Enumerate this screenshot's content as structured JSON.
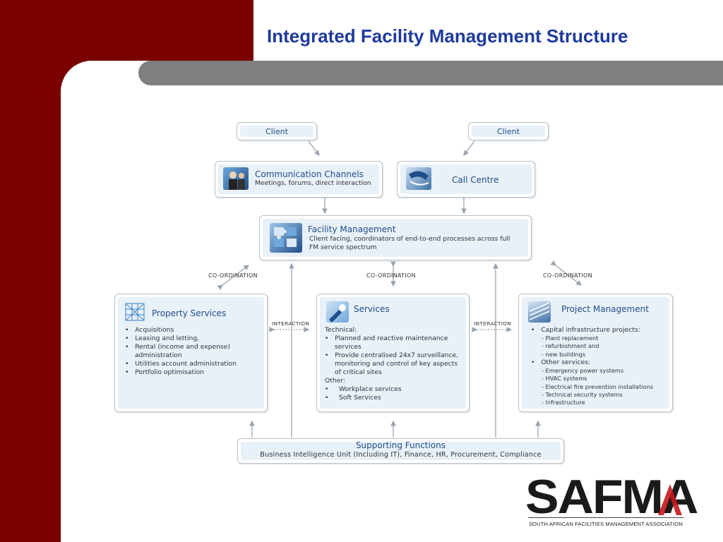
{
  "title": "Integrated Facility Management Structure",
  "client_left": "Client",
  "client_right": "Client",
  "communication": {
    "title": "Communication Channels",
    "desc": "Meetings, forums, direct interaction"
  },
  "call_centre": {
    "title": "Call Centre"
  },
  "facility": {
    "title": "Facility Management",
    "desc1": "Client facing, coordinators of end-to-end processes across full",
    "desc2": "FM service spectrum"
  },
  "labels": {
    "coord": "CO-ORDINATION",
    "interaction": "INTERACTION"
  },
  "property": {
    "title": "Property Services",
    "items": [
      "Acquisitions",
      "Leasing and letting,",
      "Rental (income and expense)",
      "administration",
      "Utilities account administration",
      "Portfolio optimisation"
    ]
  },
  "services": {
    "title": "Services",
    "technical": "Technical:",
    "tech_items": [
      "Planned and reactive maintenance",
      "services",
      "Provide centralised 24x7 surveillance,",
      "monitoring and control of key aspects",
      "of critical sites"
    ],
    "other": "Other:",
    "other_items": [
      "Workplace services",
      "Soft Services"
    ]
  },
  "project": {
    "title": "Project Management",
    "cap": "Capital infrastructure projects:",
    "cap_items": [
      "- Plant replacement",
      "- refurbishment and",
      "- new buildings"
    ],
    "other": "Other services:",
    "other_items": [
      "- Emergency power systems",
      "- HVAC systems",
      "- Electrical fire prevention installations",
      "- Technical security systems",
      "- Infrastructure"
    ]
  },
  "supporting": {
    "title": "Supporting Functions",
    "desc": "Business Intelligence Unit (Including IT), Finance, HR, Procurement, Compliance"
  },
  "logo": {
    "name": "SAFMA",
    "subtitle": "SOUTH AFRICAN FACILITIES MANAGEMENT ASSOCIATION"
  },
  "colors": {
    "brand_red": "#7a0000",
    "title_blue": "#1e3a9e",
    "box_heading": "#1f4e8a",
    "connector": "#9aa4ae"
  }
}
